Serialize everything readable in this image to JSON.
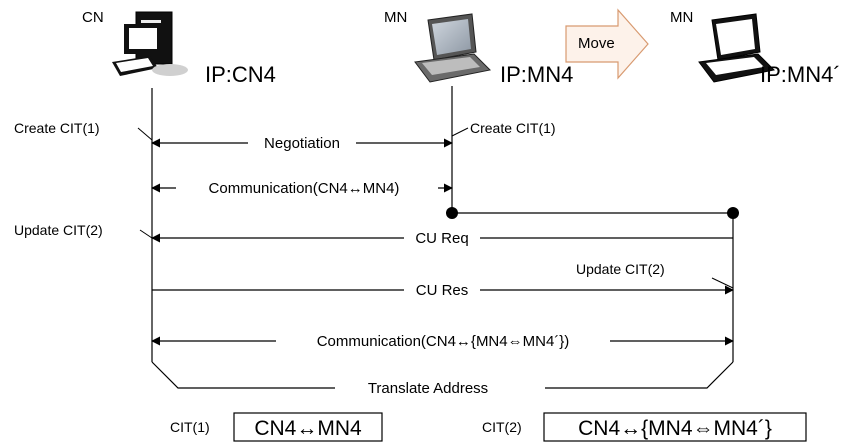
{
  "nodes": {
    "cn": {
      "name": "CN",
      "ip": "IP:CN4",
      "icon": "desktop-computer-icon"
    },
    "mn": {
      "name": "MN",
      "ip": "IP:MN4",
      "icon": "laptop-icon"
    },
    "mn_moved": {
      "name": "MN",
      "ip": "IP:MN4´",
      "icon": "laptop-icon"
    }
  },
  "move_arrow": {
    "label": "Move",
    "fill": "#fdf2ea",
    "stroke": "#d89a70"
  },
  "side_labels": {
    "cn_create": "Create CIT(1)",
    "mn_create": "Create CIT(1)",
    "cn_update": "Update CIT(2)",
    "mn_update": "Update CIT(2)"
  },
  "messages": {
    "negotiation": "Negotiation",
    "communication1": "Communication(CN4↔MN4)",
    "cu_req": "CU Req",
    "cu_res": "CU Res",
    "communication2": "Communication(CN4↔{MN4⇔MN4´})",
    "translate": "Translate Address"
  },
  "tables": {
    "cit1": {
      "label": "CIT(1)",
      "value": "CN4↔MN4"
    },
    "cit2": {
      "label": "CIT(2)",
      "value": "CN4↔{MN4⇔MN4´}"
    }
  }
}
